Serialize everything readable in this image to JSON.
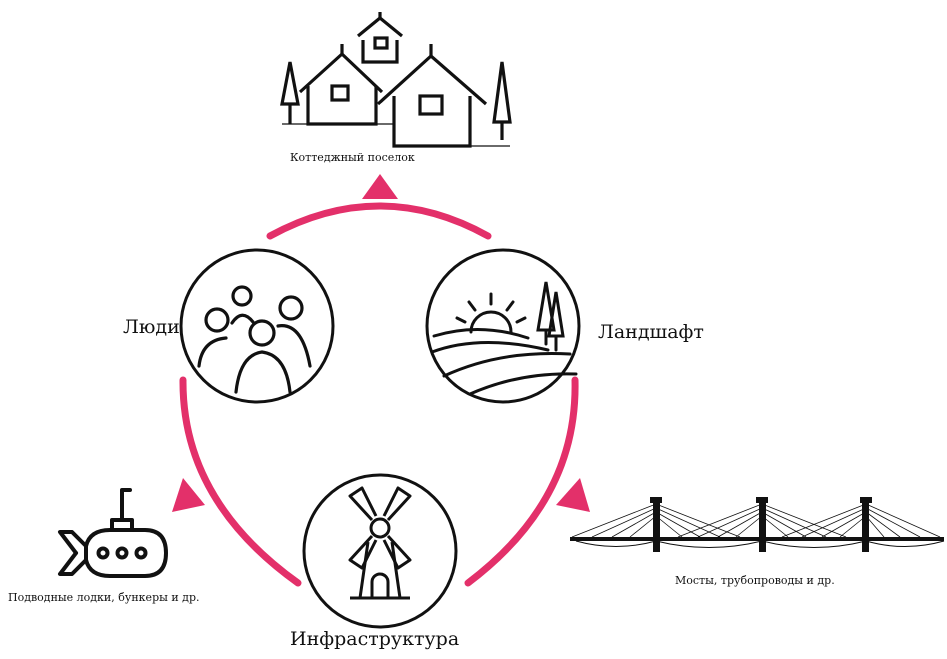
{
  "diagram": {
    "nodes": {
      "people": {
        "label": "Люди",
        "icon": "people-group-icon"
      },
      "landscape": {
        "label": "Ландшафт",
        "icon": "sunrise-hills-icon"
      },
      "infrastructure": {
        "label": "Инфраструктура",
        "icon": "windmill-icon"
      }
    },
    "outputs": {
      "village": {
        "label": "Коттеджный поселок",
        "icon": "houses-icon"
      },
      "submarines": {
        "label": "Подводные лодки, бункеры и др.",
        "icon": "submarine-icon"
      },
      "bridges": {
        "label": "Мосты, трубопроводы и др.",
        "icon": "bridge-icon"
      }
    },
    "colors": {
      "arc": "#e3306a",
      "line": "#111111",
      "background": "#ffffff"
    }
  }
}
